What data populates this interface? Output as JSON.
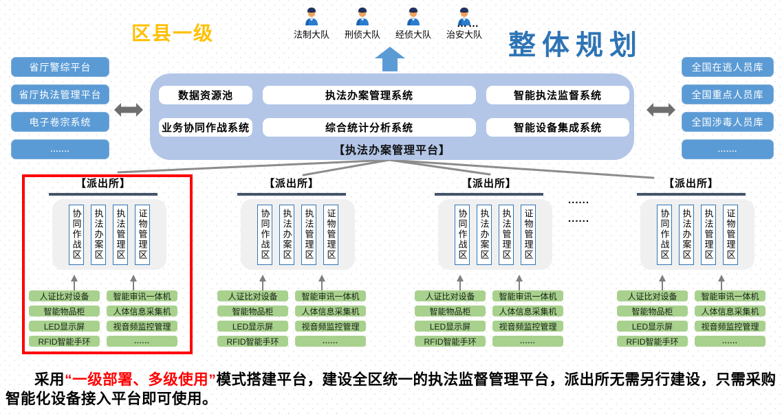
{
  "header": {
    "region_title": "区县一级",
    "plan_title": "整体规划",
    "departments": [
      "法制大队",
      "刑侦大队",
      "经侦大队",
      "治安大队"
    ],
    "departments_more": "……"
  },
  "left_systems": [
    "省厅警综平台",
    "省厅执法管理平台",
    "电子卷宗系统",
    "......."
  ],
  "right_databases": [
    "全国在逃人员库",
    "全国重点人员库",
    "全国涉毒人员库",
    "......."
  ],
  "platform": {
    "label": "【执法办案管理平台】",
    "modules": [
      "数据资源池",
      "执法办案管理系统",
      "智能执法监督系统",
      "业务协同作战系统",
      "综合统计分析系统",
      "智能设备集成系统"
    ]
  },
  "station": {
    "title": "【派出所】",
    "count": 4,
    "zones": [
      "协同作战区",
      "执法办案区",
      "执法管理区",
      "证物管理区"
    ],
    "devices_left": [
      "人证比对设备",
      "智能物品柜",
      "LED显示屏",
      "RFID智能手环"
    ],
    "devices_right": [
      "智能审讯一体机",
      "人体信息采集机",
      "视音频监控管理",
      "......"
    ],
    "more": "......"
  },
  "footer": {
    "prefix": "采用",
    "highlight": "“一级部署、多级使用”",
    "suffix": "模式搭建平台，建设全区统一的执法监督管理平台，派出所无需另行建设，只需采购智能化设备接入平台即可使用。"
  },
  "colors": {
    "accent_blue": "#5B9BD5",
    "platform_fill": "#B3C6E7",
    "title_yellow": "#FFC000",
    "title_blue": "#2E74B5",
    "device_green": "#A9D18E",
    "highlight_red": "#FF0000",
    "zone_border": "#2E74B5",
    "rule_slate": "#44546A",
    "connector_gray": "#8C8C8C"
  }
}
